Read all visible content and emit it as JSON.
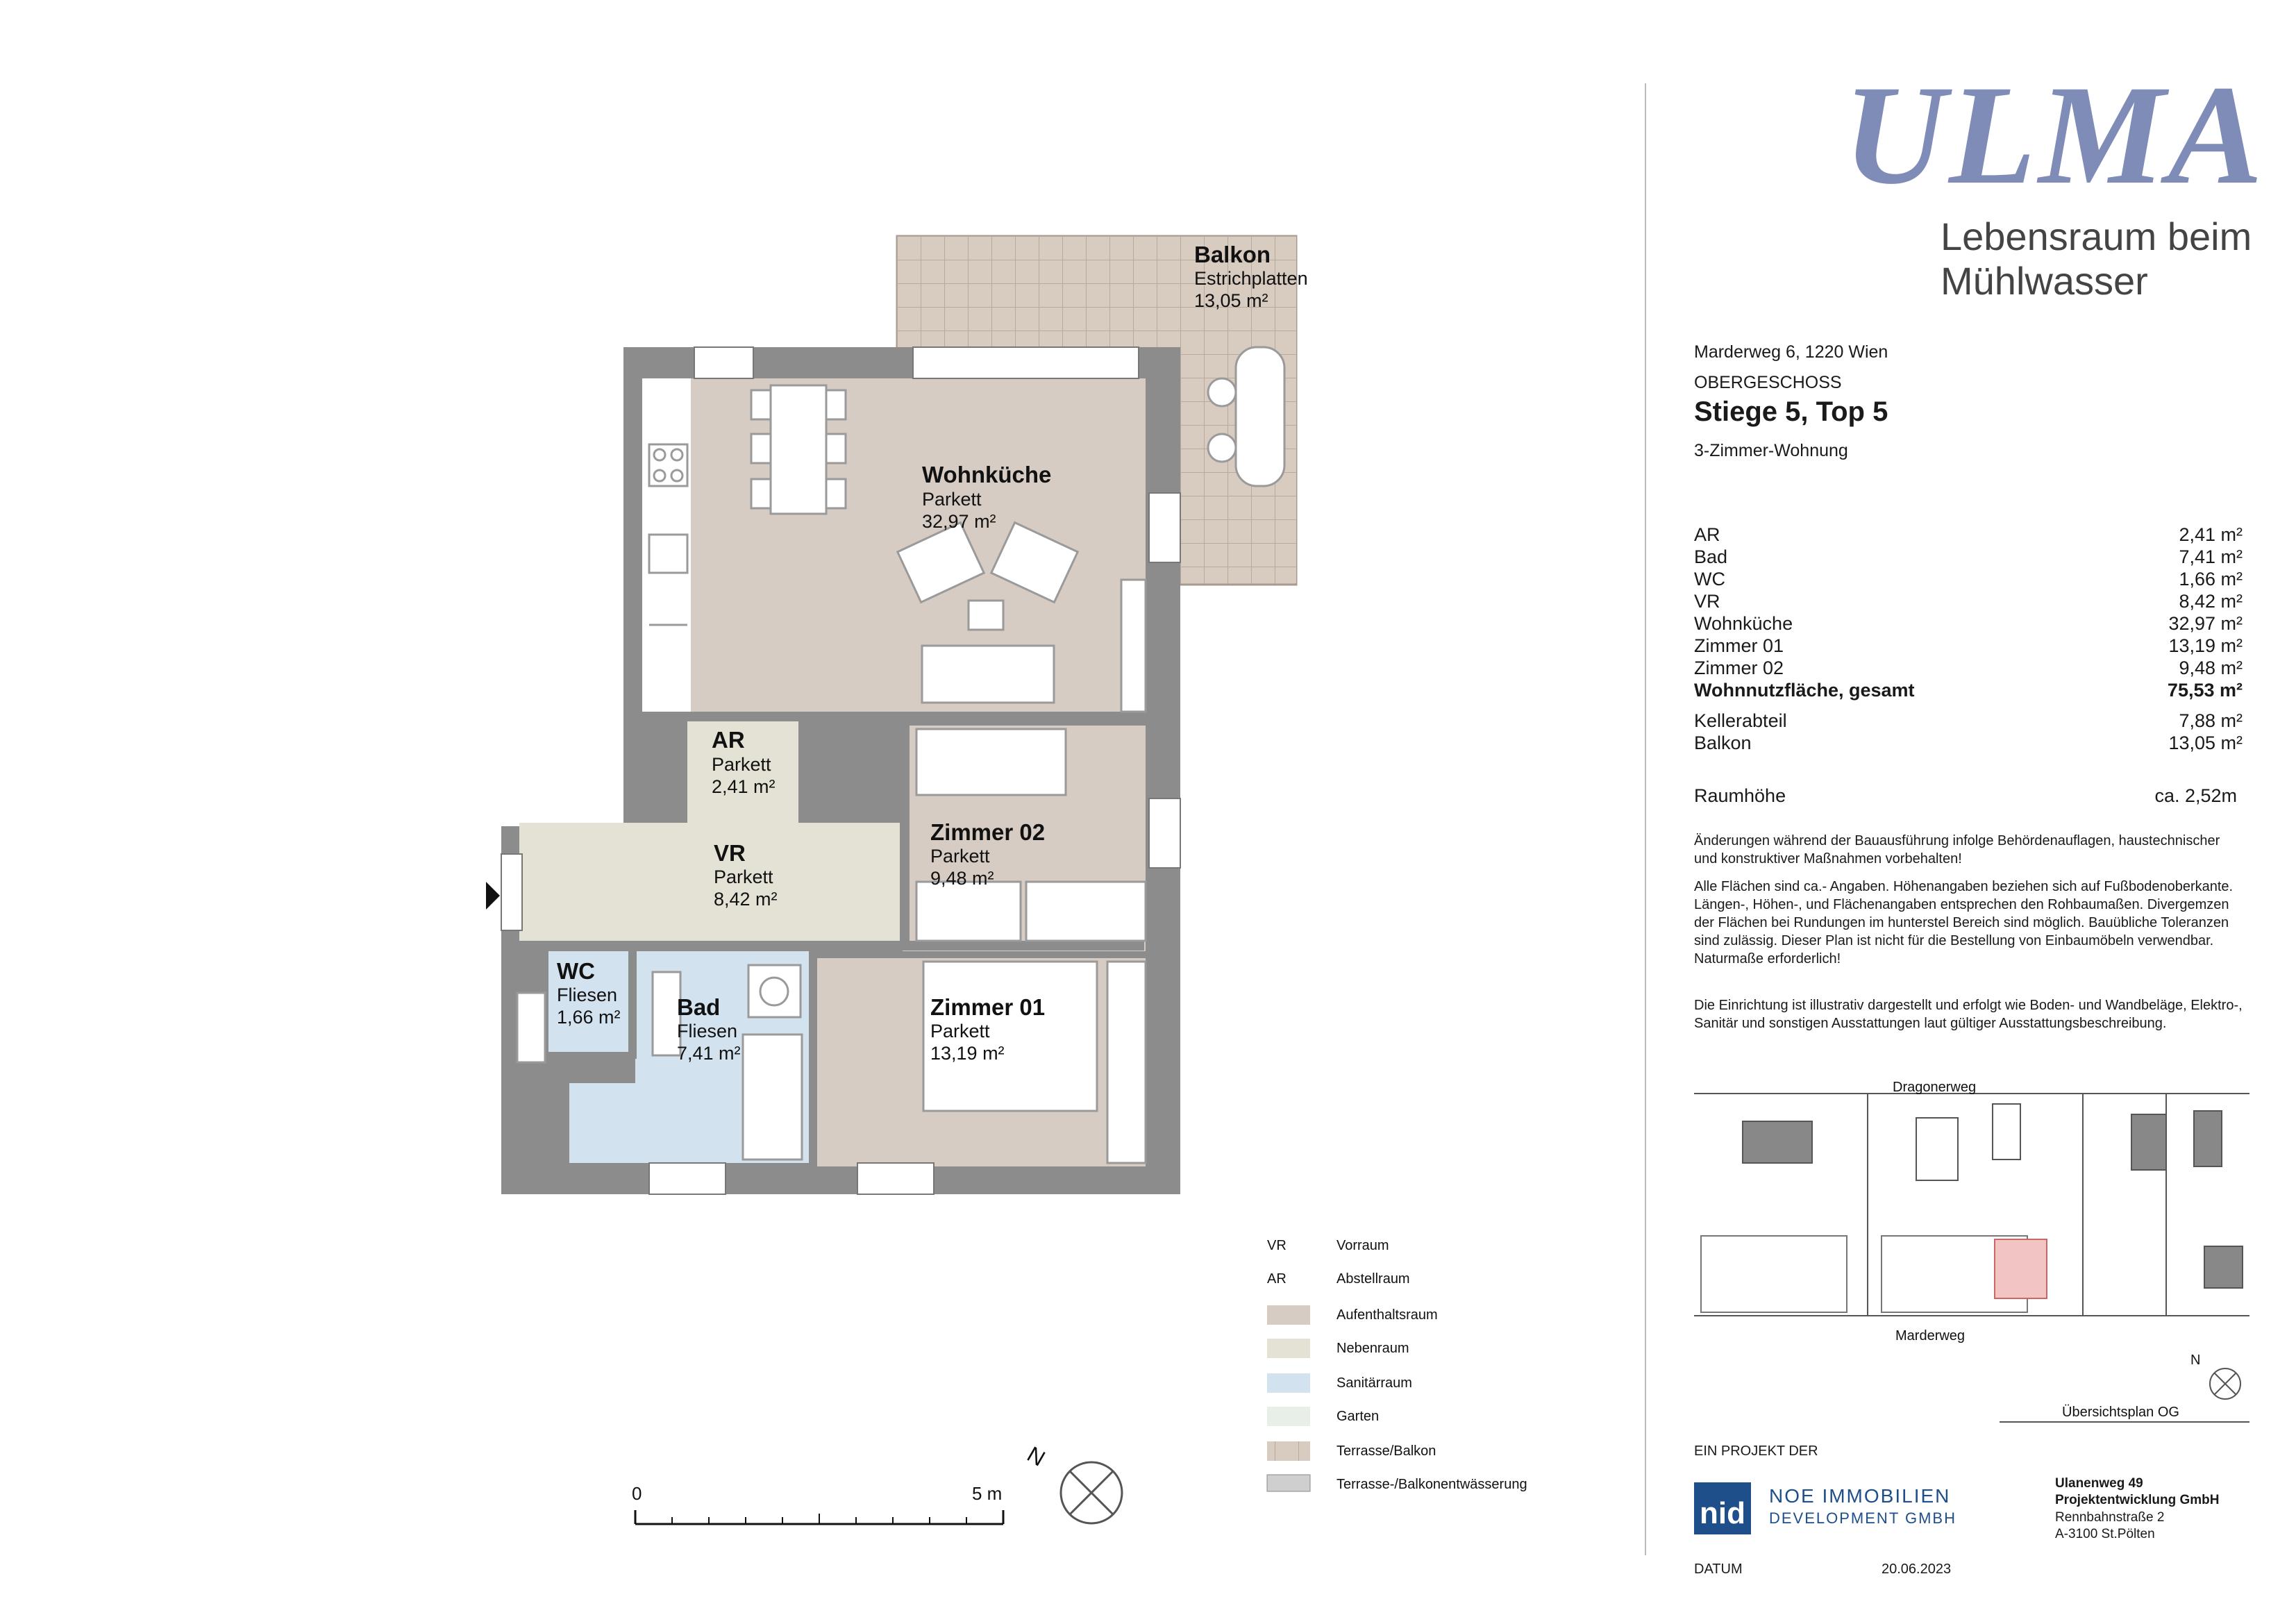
{
  "brand": {
    "logo_text": "ULMA",
    "tagline_line1": "Lebensraum beim",
    "tagline_line2": "Mühlwasser",
    "logo_color": "#7f8cb8"
  },
  "project": {
    "address": "Marderweg 6, 1220 Wien",
    "floor": "OBERGESCHOSS",
    "unit": "Stiege 5, Top 5",
    "type": "3-Zimmer-Wohnung"
  },
  "areas": [
    {
      "name": "AR",
      "value": "2,41 m²"
    },
    {
      "name": "Bad",
      "value": "7,41 m²"
    },
    {
      "name": "WC",
      "value": "1,66 m²"
    },
    {
      "name": "VR",
      "value": "8,42 m²"
    },
    {
      "name": "Wohnküche",
      "value": "32,97 m²"
    },
    {
      "name": "Zimmer 01",
      "value": "13,19 m²"
    },
    {
      "name": "Zimmer 02",
      "value": "9,48 m²"
    }
  ],
  "total": {
    "name": "Wohnnutzfläche, gesamt",
    "value": "75,53 m²"
  },
  "extras": [
    {
      "name": "Kellerabteil",
      "value": "7,88 m²"
    },
    {
      "name": "Balkon",
      "value": "13,05 m²"
    }
  ],
  "height": {
    "name": "Raumhöhe",
    "value": "ca. 2,52m"
  },
  "notes": {
    "p1": "Änderungen während der Bauausführung infolge Behördenauflagen, haustechnischer und konstruktiver Maßnahmen vorbehalten!",
    "p2": "Alle Flächen sind ca.- Angaben. Höhenangaben beziehen sich auf Fußbodenoberkante. Längen-, Höhen-, und Flächenangaben entsprechen den Rohbaumaßen. Divergemzen der Flächen bei Rundungen im hunterstel Bereich sind möglich. Bauübliche Toleranzen sind zulässig. Dieser Plan ist nicht für die Bestellung von Einbaumöbeln verwendbar. Naturmaße erforderlich!",
    "p3": "Die Einrichtung ist illustrativ dargestellt und erfolgt wie Boden- und Wandbeläge, Elektro-, Sanitär und sonstigen Ausstattungen laut gültiger Ausstattungsbeschreibung."
  },
  "siteplan": {
    "street_top": "Dragonerweg",
    "street_bottom": "Marderweg",
    "north": "N",
    "caption": "Übersichtsplan OG"
  },
  "footer": {
    "project_by": "EIN PROJEKT DER",
    "nid_mark": "nid",
    "nid_line1": "NOE IMMOBILIEN",
    "nid_line2": "DEVELOPMENT GMBH",
    "company_line1": "Ulanenweg 49",
    "company_line2": "Projektentwicklung GmbH",
    "company_line3": "Rennbahnstraße 2",
    "company_line4": "A-3100 St.Pölten",
    "date_label": "DATUM",
    "date_value": "20.06.2023"
  },
  "legend": [
    {
      "code": "VR",
      "label": "Vorraum"
    },
    {
      "code": "AR",
      "label": "Abstellraum"
    },
    {
      "swatch": "#d6ccc4",
      "label": "Aufenthaltsraum"
    },
    {
      "swatch": "#e4e2d4",
      "label": "Nebenraum"
    },
    {
      "swatch": "#d3e2ef",
      "label": "Sanitärraum"
    },
    {
      "swatch": "#e8efe8",
      "label": "Garten"
    },
    {
      "swatch": "#d8cbc0",
      "label": "Terrasse/Balkon"
    },
    {
      "swatch": "#cfcfcf",
      "label": "Terrasse-/Balkonentwässerung"
    }
  ],
  "scale": {
    "start": "0",
    "end": "5 m",
    "north": "N"
  },
  "rooms": {
    "balkon": {
      "name": "Balkon",
      "floor": "Estrichplatten",
      "area": "13,05 m²"
    },
    "wohnkueche": {
      "name": "Wohnküche",
      "floor": "Parkett",
      "area": "32,97 m²"
    },
    "ar": {
      "name": "AR",
      "floor": "Parkett",
      "area": "2,41 m²"
    },
    "vr": {
      "name": "VR",
      "floor": "Parkett",
      "area": "8,42 m²"
    },
    "zimmer02": {
      "name": "Zimmer 02",
      "floor": "Parkett",
      "area": "9,48 m²"
    },
    "zimmer01": {
      "name": "Zimmer 01",
      "floor": "Parkett",
      "area": "13,19 m²"
    },
    "wc": {
      "name": "WC",
      "floor": "Fliesen",
      "area": "1,66 m²"
    },
    "bad": {
      "name": "Bad",
      "floor": "Fliesen",
      "area": "7,41 m²"
    }
  },
  "colors": {
    "wall": "#8c8c8c",
    "living": "#d6ccc4",
    "secondary": "#e4e2d4",
    "sanitary": "#d3e2ef",
    "balcony": "#d8cbc0"
  }
}
